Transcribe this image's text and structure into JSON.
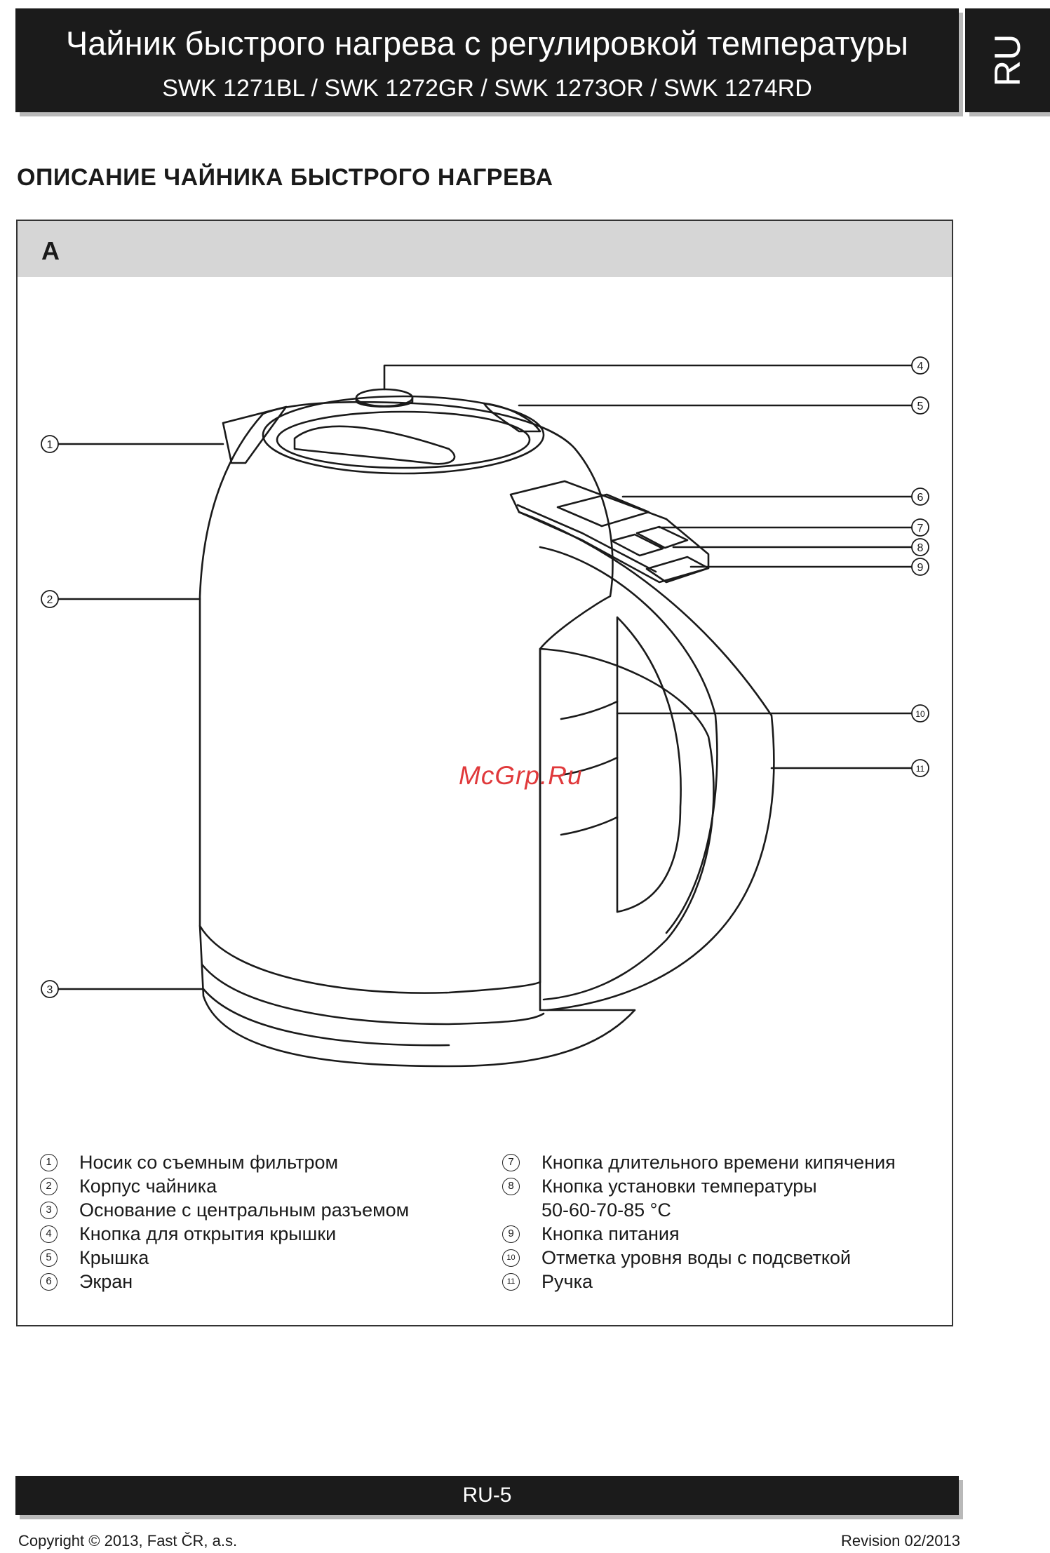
{
  "header": {
    "title": "Чайник быстрого нагрева с регулировкой температуры",
    "subtitle": "SWK 1271BL / SWK 1272GR / SWK 1273OR / SWK 1274RD",
    "lang": "RU"
  },
  "section_heading": "ОПИСАНИЕ ЧАЙНИКА БЫСТРОГО НАГРЕВА",
  "figure": {
    "label": "A",
    "callouts": [
      "1",
      "2",
      "3",
      "4",
      "5",
      "6",
      "7",
      "8",
      "9",
      "10",
      "11"
    ],
    "watermark": "McGrp.Ru"
  },
  "legend": {
    "left": [
      {
        "num": "1",
        "text": "Носик со съемным фильтром"
      },
      {
        "num": "2",
        "text": "Корпус чайника"
      },
      {
        "num": "3",
        "text": "Основание с центральным разъемом"
      },
      {
        "num": "4",
        "text": "Кнопка для открытия крышки"
      },
      {
        "num": "5",
        "text": "Крышка"
      },
      {
        "num": "6",
        "text": "Экран"
      }
    ],
    "right": [
      {
        "num": "7",
        "text": "Кнопка длительного времени кипячения"
      },
      {
        "num": "8",
        "text": "Кнопка установки температуры"
      },
      {
        "num": "",
        "text": "50-60-70-85 °C"
      },
      {
        "num": "9",
        "text": "Кнопка питания"
      },
      {
        "num": "10",
        "text": "Отметка уровня воды с подсветкой"
      },
      {
        "num": "11",
        "text": "Ручка"
      }
    ]
  },
  "footer": {
    "page": "RU-5",
    "copyright": "Copyright © 2013, Fast ČR, a.s.",
    "revision": "Revision 02/2013"
  }
}
